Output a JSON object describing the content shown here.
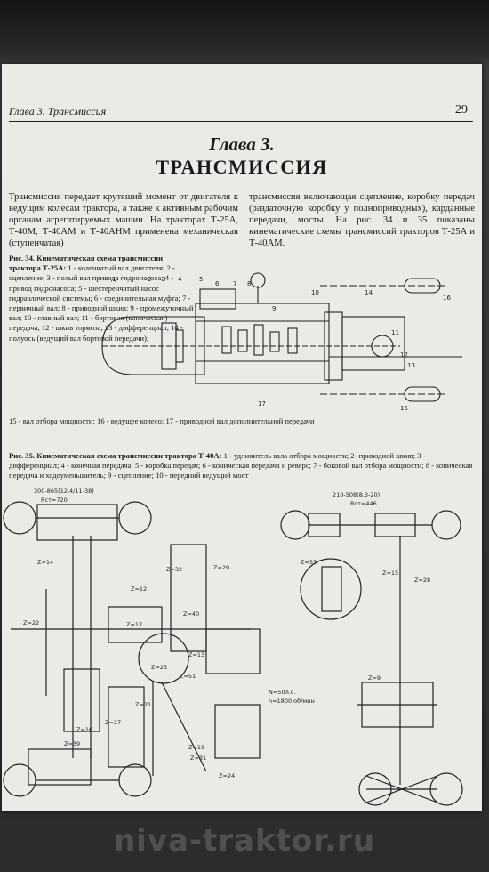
{
  "header": {
    "chapter": "Глава 3. Трансмиссия",
    "page_number": "29"
  },
  "chapter": {
    "label": "Глава 3.",
    "title": "ТРАНСМИССИЯ"
  },
  "intro": {
    "left": "Трансмиссия передает крутящий момент от двигателя к ведущим колесам трактора, а также к активным рабочим органам агрегатируемых машин. На тракторах Т-25А, Т-40М, Т-40АМ и Т-40АНМ применена механическая (ступенчатая)",
    "right": "трансмиссия включающая сцепление, коробку передач (раздаточную коробку у полноприводных), карданные передачи, мосты. На рис. 34 и 35 показаны кинематические схемы трансмиссий тракторов Т-25А и Т-40АМ."
  },
  "fig34": {
    "label": "Рис. 34.",
    "title": "Кинематическая схема трансмиссии трактора Т-25А:",
    "text": "1 - коленчатый вал двигателя; 2 - сцепление; 3 - полый вал привода гидронасоса; 4 - привод гидронасоса; 5 - шестеренчатый насос гидравлической системы; 6 - соединительная муфта; 7 - первичный вал; 8 - приводной шкив; 9 - промежуточный вал; 10 - главный вал; 11 - бортовая (коническая) передача; 12 - шкив тормоза; 13 - дифференциал; 14 - полуось (ведущий вал бортовой передачи);",
    "text_bottom": "15 - вал отбора мощности; 16 - ведущее колесо; 17 - приводной вал дополнительной передачи",
    "numbers": [
      "1",
      "2",
      "3",
      "4",
      "5",
      "6",
      "7",
      "8",
      "9",
      "10",
      "11",
      "12",
      "13",
      "14",
      "15",
      "16",
      "17"
    ]
  },
  "fig35": {
    "label": "Рис. 35.",
    "title": "Кинематическая схема трансмиссии трактора Т-40А:",
    "text": "1 - удлинитель вала отбора мощности; 2- приводной шкив; 3 - дифференциал; 4 - конечная передача; 5 - коробка передач; 6 - коническая передача и реверс; 7 - боковой вал отбора мощности; 8 - коническая передача и ходоуменьшитель; 9 - сцепление; 10 - передний ведущий мост",
    "left_tire": "300-865(12,4/11-38)",
    "left_radius": "Rст=720",
    "right_tire": "210-508(8,3-20)",
    "right_radius": "Rст=446",
    "motor_n": "N=50л.с.",
    "motor_rpm": "n=1800 об/мин",
    "gears": [
      "Z=14",
      "Z=12",
      "Z=22",
      "Z=21",
      "Z=17",
      "Z=40",
      "Z=32",
      "Z=29",
      "Z=13",
      "Z=23",
      "Z=51",
      "Z=27",
      "Z=31",
      "Z=19",
      "Z=16",
      "Z=24",
      "Z=39",
      "Z=33",
      "Z=9",
      "Z=15",
      "Z=28"
    ]
  },
  "watermark": "niva-traktor.ru"
}
